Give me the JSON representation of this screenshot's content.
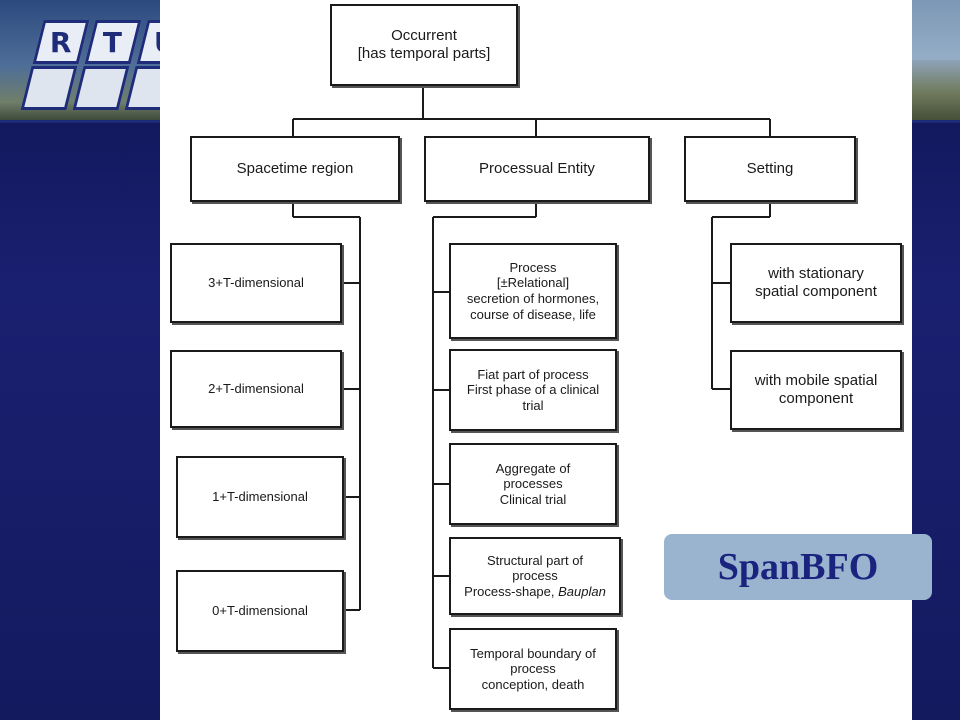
{
  "logo": {
    "letters": [
      "R",
      "T",
      "U"
    ]
  },
  "diagram": {
    "root": "Occurrent\n[has temporal parts]",
    "branches": [
      {
        "label": "Spacetime region",
        "children": [
          "3+T-dimensional",
          "2+T-dimensional",
          "1+T-dimensional",
          "0+T-dimensional"
        ]
      },
      {
        "label": "Processual Entity",
        "children": [
          "Process\n[±Relational]\nsecretion of hormones,\ncourse of disease, life",
          "Fiat part of process\nFirst phase of a clinical\ntrial",
          "Aggregate of\nprocesses\nClinical trial",
          "Structural part of\nprocess\nProcess-shape, Bauplan",
          "Temporal boundary of\nprocess\nconception, death"
        ]
      },
      {
        "label": "Setting",
        "children": [
          "with stationary\nspatial component",
          "with mobile spatial\ncomponent"
        ]
      }
    ]
  },
  "badge": {
    "label": "SpanBFO"
  },
  "colors": {
    "background": "#141a5e",
    "badge": "#9ab4d0",
    "badge_text": "#1a237e"
  }
}
